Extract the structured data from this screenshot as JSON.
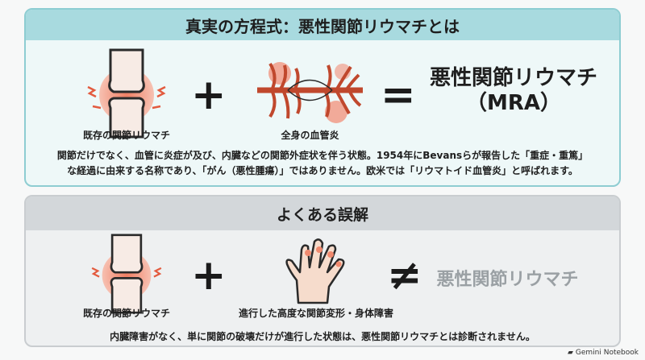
{
  "top": {
    "title": "真実の方程式：悪性関節リウマチとは",
    "term1_label": "既存の関節リウマチ",
    "term2_label": "全身の血管炎",
    "result_name": "悪性関節リウマチ",
    "result_abbr": "（MRA）",
    "operators": [
      "+",
      "="
    ],
    "description": [
      "関節だけでなく、血管に炎症が及び、内臓などの関節外症状を伴う状態。1954年にBevansらが報告した「重症・重篤」",
      "な経過に由来する名称であり、「がん（悪性腫瘍）」ではありません。欧米では「リウマトイド血管炎」と呼ばれます。"
    ]
  },
  "bottom": {
    "title": "よくある誤解",
    "term1_label": "既存の関節リウマチ",
    "term2_label": "進行した高度な関節変形・身体障害",
    "result_name": "悪性関節リウマチ",
    "operators": [
      "+",
      "≠"
    ],
    "description": "内臓障害がなく、単に関節の破壊だけが進行した状態は、悪性関節リウマチとは診断されません。"
  },
  "footer": {
    "brand": "Gemini Notebook"
  },
  "colors": {
    "top_accent": "#a8dadf",
    "bottom_accent": "#d3d7da",
    "inflammation": "#e35b3f"
  }
}
